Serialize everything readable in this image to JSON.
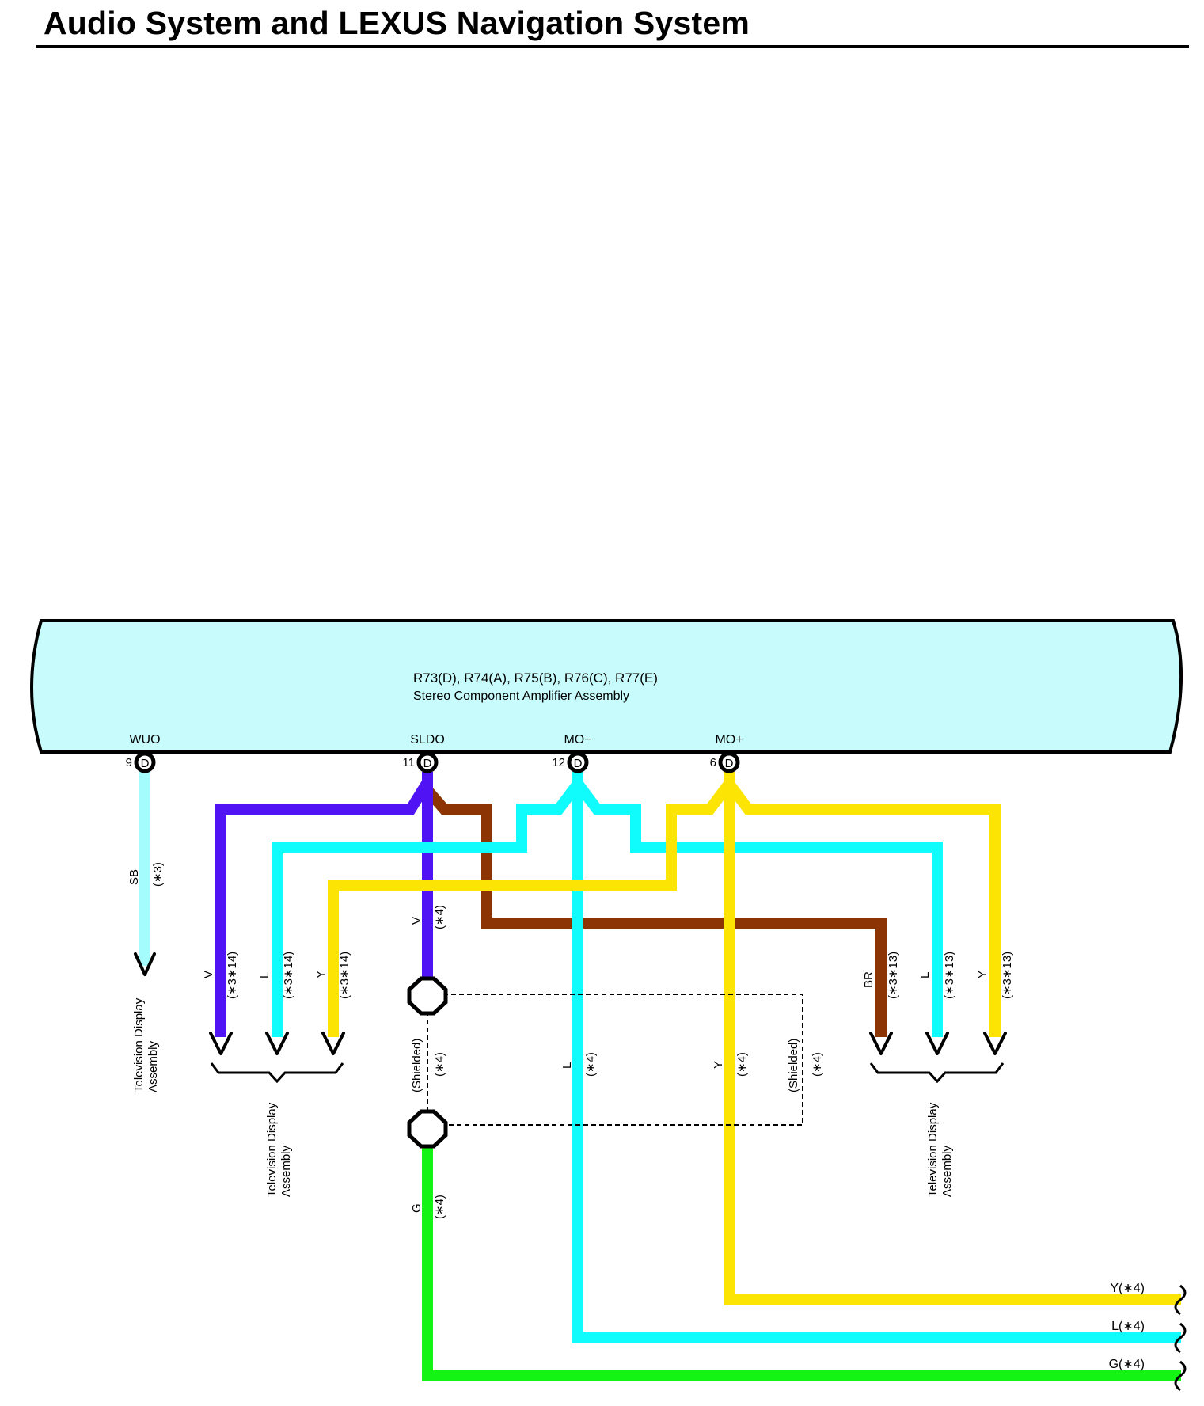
{
  "title": "Audio System and LEXUS Navigation System",
  "colors": {
    "component_fill": "#c8fcfc",
    "SB": "#a4fcfc",
    "V": "#5014f4",
    "L": "#10fcfc",
    "Y": "#fce404",
    "BR": "#8c3404",
    "G": "#14f414"
  },
  "component": {
    "connectors": "R73(D), R74(A), R75(B), R76(C), R77(E)",
    "name": "Stereo Component Amplifier Assembly"
  },
  "terminals": [
    {
      "signal": "WUO",
      "pin": "9",
      "connector": "D"
    },
    {
      "signal": "SLDO",
      "pin": "11",
      "connector": "D"
    },
    {
      "signal": "MO−",
      "pin": "12",
      "connector": "D"
    },
    {
      "signal": "MO+",
      "pin": "6",
      "connector": "D"
    }
  ],
  "wire_labels": {
    "wuo_color": "SB",
    "wuo_note": "(∗3)",
    "sldo_color": "V",
    "sldo_note": "(∗4)",
    "left_v": "V",
    "left_l": "L",
    "left_y": "Y",
    "left_note": "(∗3∗14)",
    "right_br": "BR",
    "right_l": "L",
    "right_y": "Y",
    "right_note": "(∗3∗13)",
    "mid_l": "L",
    "mid_y": "Y",
    "mid_note": "(∗4)",
    "shielded": "(Shielded)",
    "shielded_note": "(∗4)",
    "g_color": "G",
    "g_note": "(∗4)"
  },
  "destinations": {
    "tv_display_line1": "Television Display",
    "tv_display_line2": "Assembly"
  },
  "outputs": [
    "Y(∗4)",
    "L(∗4)",
    "G(∗4)"
  ]
}
